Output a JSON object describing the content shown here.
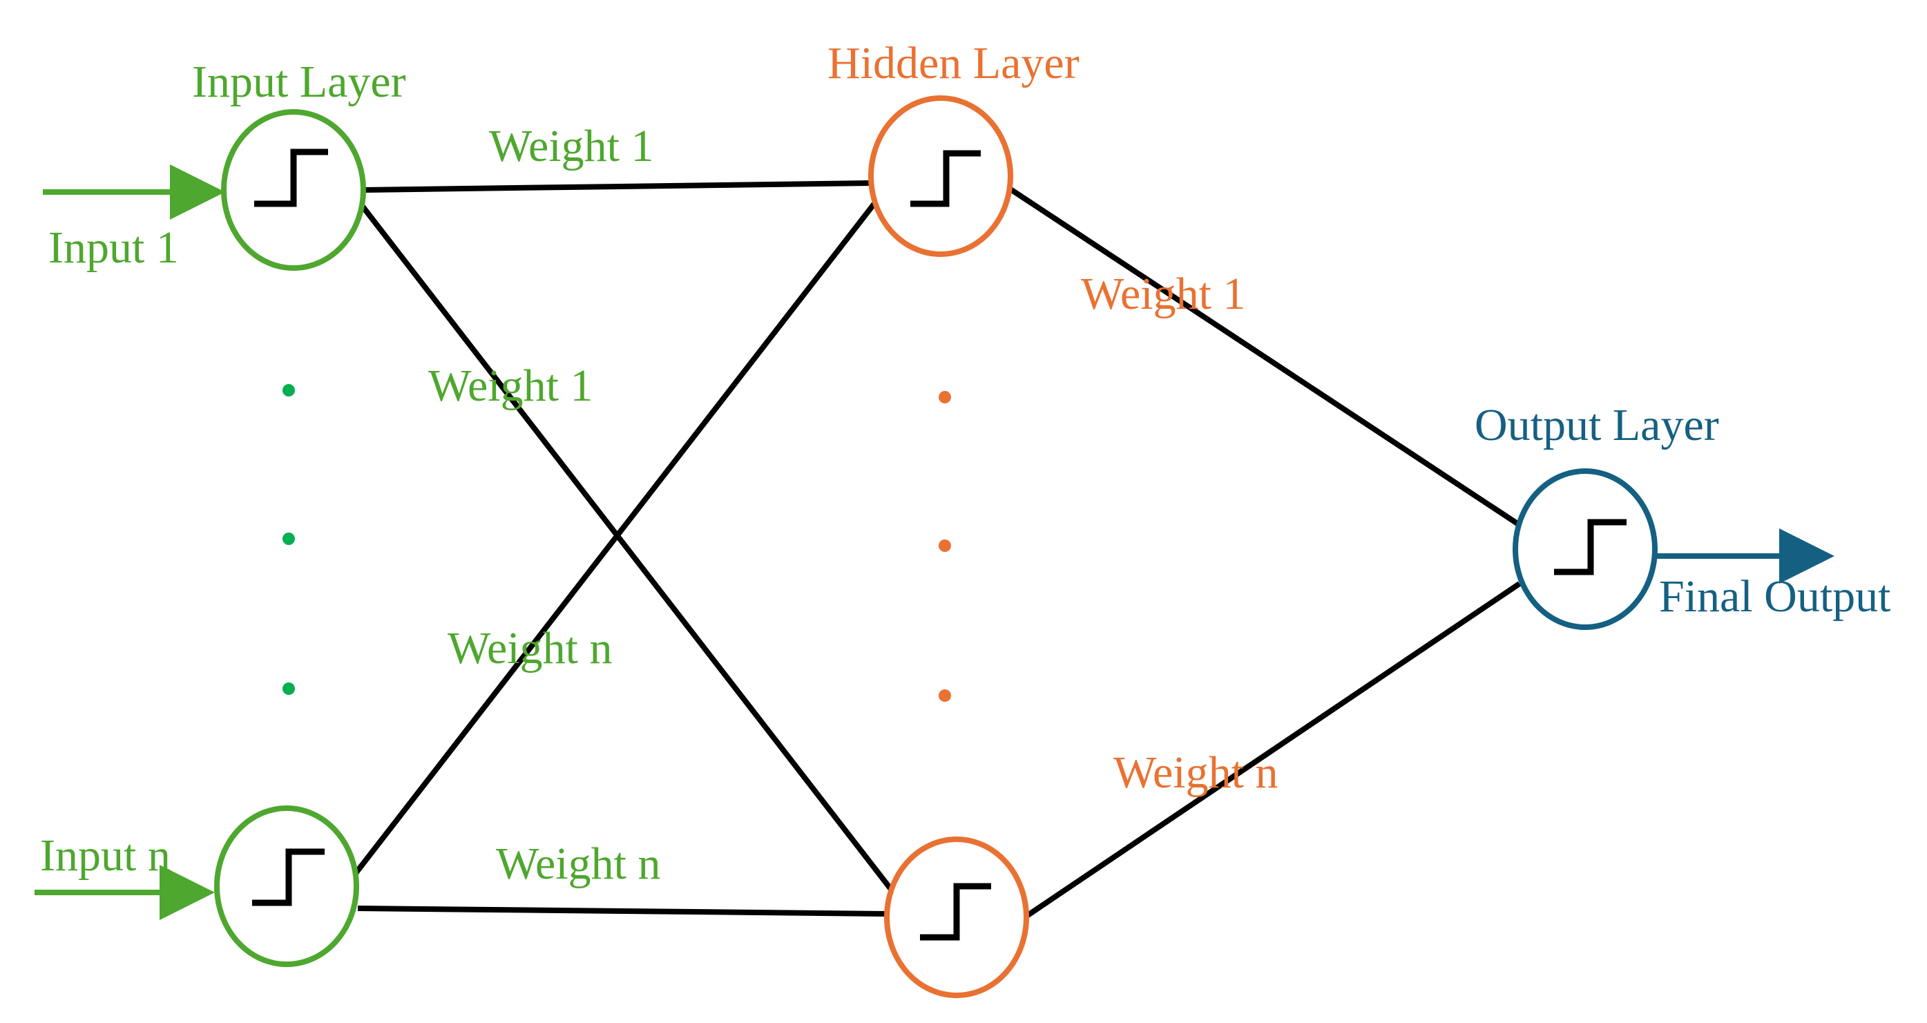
{
  "colors": {
    "input": "#4ea72e",
    "hidden": "#e97132",
    "output": "#156082",
    "connection": "#000000",
    "dot_input": "#00b050"
  },
  "layers": {
    "input": "Input Layer",
    "hidden": "Hidden Layer",
    "output": "Output Layer"
  },
  "inputs": {
    "first": "Input 1",
    "last": "Input n"
  },
  "output": {
    "final": "Final Output"
  },
  "weights": {
    "in_top_straight": "Weight 1",
    "in_top_cross": "Weight 1",
    "in_bottom_cross": "Weight n",
    "in_bottom_straight": "Weight n",
    "hid_top": "Weight 1",
    "hid_bottom": "Weight n"
  },
  "icons": {
    "node": "step-function-icon",
    "ellipsis": "vertical-ellipsis"
  }
}
